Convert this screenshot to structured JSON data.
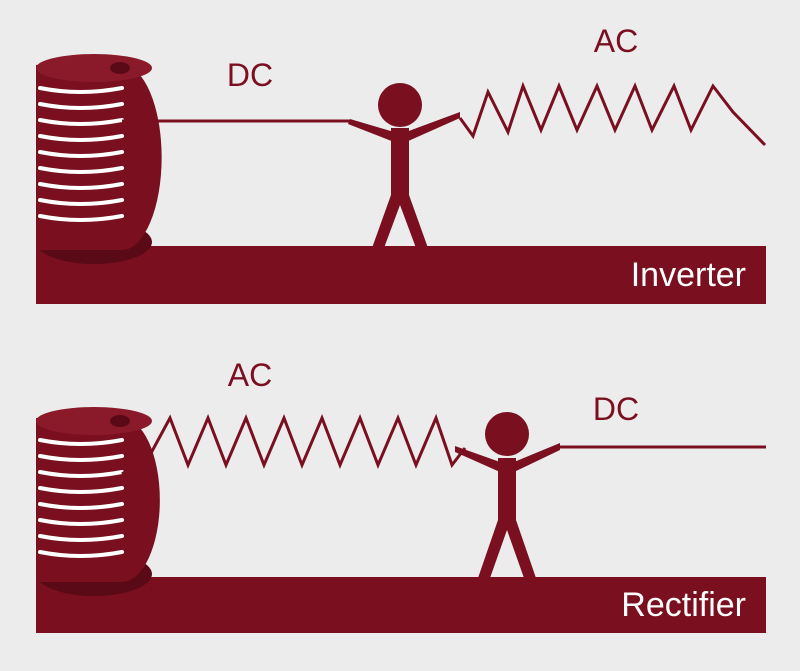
{
  "colors": {
    "accent": "#7a0f1f",
    "accent_dark": "#5a0a16",
    "background": "#ececec",
    "label_text": "#7a0f1f",
    "bar_text": "#ffffff"
  },
  "panels": [
    {
      "id": "inverter",
      "input_label": "DC",
      "output_label": "AC",
      "bar_label": "Inverter",
      "input_signal": "straight-line",
      "output_signal": "zigzag-wave"
    },
    {
      "id": "rectifier",
      "input_label": "AC",
      "output_label": "DC",
      "bar_label": "Rectifier",
      "input_signal": "zigzag-wave",
      "output_signal": "straight-line"
    }
  ],
  "icons": {
    "coil": "coil-spool-icon",
    "person": "stick-figure-icon"
  }
}
